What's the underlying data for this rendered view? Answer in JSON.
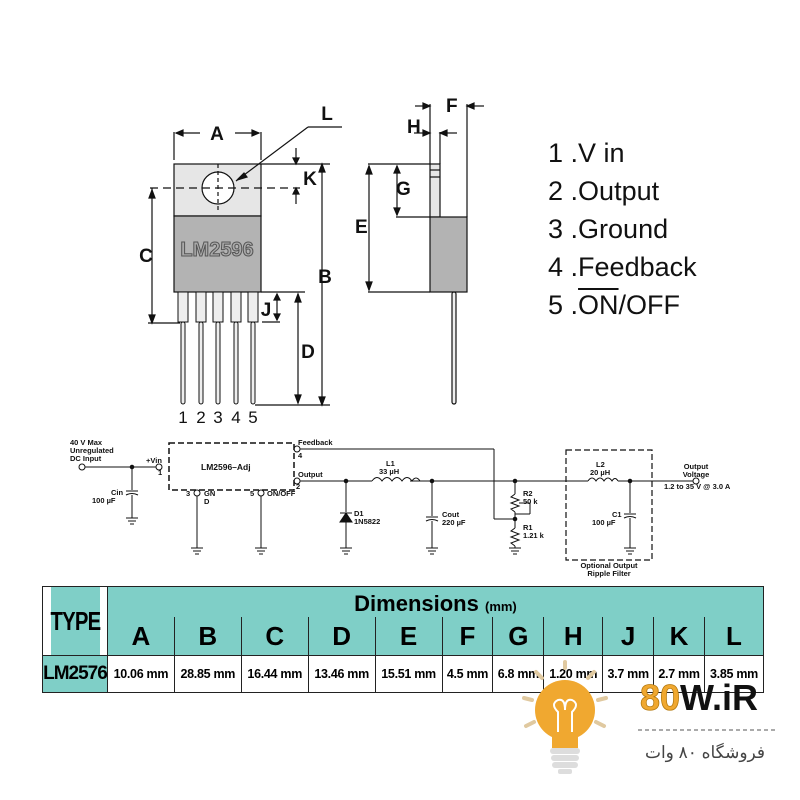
{
  "package_drawing": {
    "part_marking": "LM2596",
    "front_dim_labels": [
      "A",
      "B",
      "C",
      "D",
      "J",
      "K",
      "L"
    ],
    "side_dim_labels": [
      "E",
      "F",
      "G",
      "H"
    ],
    "pin_numbers": [
      "1",
      "2",
      "3",
      "4",
      "5"
    ]
  },
  "pinout": {
    "items": [
      {
        "num": "1",
        "label": "V in"
      },
      {
        "num": "2",
        "label": "Output"
      },
      {
        "num": "3",
        "label": "Ground"
      },
      {
        "num": "4",
        "label": "Feedback"
      },
      {
        "num": "5",
        "label_overlined": "ON",
        "label_rest": "/OFF"
      }
    ]
  },
  "schematic": {
    "input_label": [
      "40 V Max",
      "Unregulated",
      "DC Input"
    ],
    "vin_label": "+Vin",
    "vin_pin": "1",
    "ic_label": "LM2596–Adj",
    "feedback_label": "Feedback",
    "feedback_pin": "4",
    "output_label": "Output",
    "output_pin": "2",
    "gnd_pin": "3",
    "gnd_label": [
      "GN",
      "D"
    ],
    "onoff_pin": "5",
    "onoff_label": "ON/OFF",
    "cin": {
      "name": "Cin",
      "value": "100 µF"
    },
    "d1": {
      "name": "D1",
      "value": "1N5822"
    },
    "l1": {
      "name": "L1",
      "value": "33 µH"
    },
    "cout": {
      "name": "Cout",
      "value": "220 µF"
    },
    "r2": {
      "name": "R2",
      "value": "50 k"
    },
    "r1": {
      "name": "R1",
      "value": "1.21 k"
    },
    "l2": {
      "name": "L2",
      "value": "20 µH"
    },
    "c1": {
      "name": "C1",
      "value": "100 µF"
    },
    "filter_label": [
      "Optional Output",
      "Ripple Filter"
    ],
    "out_voltage_label": [
      "Output",
      "Voltage"
    ],
    "out_range": "1.2 to 35 V @ 3.0 A"
  },
  "table": {
    "type_header": "TYPE",
    "dimensions_title": "Dimensions",
    "unit": "(mm)",
    "columns": [
      "A",
      "B",
      "C",
      "D",
      "E",
      "F",
      "G",
      "H",
      "J",
      "K",
      "L"
    ],
    "rows": [
      {
        "type": "LM2576",
        "values": [
          "10.06 mm",
          "28.85 mm",
          "16.44 mm",
          "13.46 mm",
          "15.51 mm",
          "4.5 mm",
          "6.8 mm",
          "1.20 mm",
          "3.7 mm",
          "2.7 mm",
          "3.85 mm"
        ]
      }
    ]
  },
  "watermark": {
    "brand_num": "80",
    "brand_rest": "W.iR",
    "tagline": "فروشگاه ۸۰ وات",
    "accent": "#f0a830"
  },
  "colors": {
    "table_header": "#7fcfc7",
    "package_body": "#b3b3b3",
    "package_tab": "#e6e6e6"
  }
}
